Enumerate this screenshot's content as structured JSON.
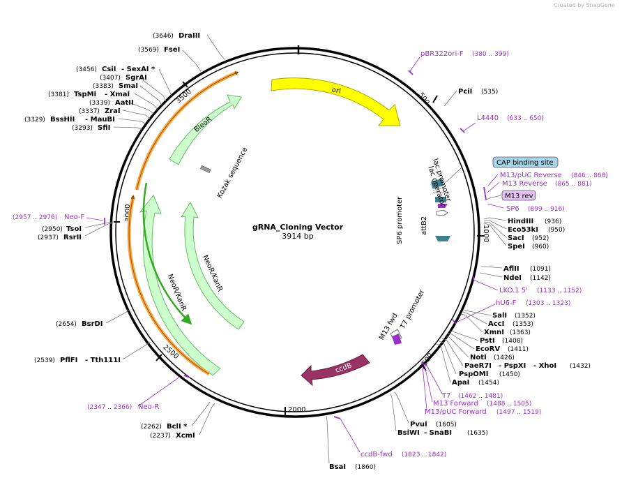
{
  "credit": "Created by SnapGene",
  "title": "gRNA_Cloning Vector",
  "length": "3914 bp",
  "ticks": [
    "500",
    "1000",
    "1500",
    "2000",
    "2500",
    "3000",
    "3500"
  ],
  "features": {
    "ori": "ori",
    "ccdb": "ccdB",
    "bleor": "BleoR",
    "neor_inner": "NeoR/KanR",
    "neor_outer": "NeoR/KanR",
    "kozak": "Kozak sequence",
    "lac_promoter": "lac promoter",
    "lac_operator": "lac operator",
    "sp6_promoter": "SP6 promoter",
    "attb2": "attB2",
    "m13_fwd": "M13 fwd",
    "t7_promoter": "T7 promoter"
  },
  "sites": {
    "dra3": {
      "pos": "(3646)",
      "name": "DraIII"
    },
    "fse1": {
      "pos": "(3569)",
      "name": "FseI"
    },
    "csi1": {
      "pos": "(3456)",
      "name": "CsiI",
      "alt": "- SexAI *"
    },
    "sgra1": {
      "pos": "(3407)",
      "name": "SgrAI"
    },
    "sma1": {
      "pos": "(3383)",
      "name": "SmaI"
    },
    "tspm1": {
      "pos": "(3381)",
      "name": "TspMI",
      "alt": "- XmaI"
    },
    "aat2": {
      "pos": "(3339)",
      "name": "AatII"
    },
    "zra1": {
      "pos": "(3337)",
      "name": "ZraI"
    },
    "bsshii": {
      "pos": "(3329)",
      "name": "BssHII",
      "alt": "- MauBI"
    },
    "sfi1": {
      "pos": "(3293)",
      "name": "SfiI"
    },
    "tso1": {
      "pos": "(2950)",
      "name": "TsoI"
    },
    "rsr2": {
      "pos": "(2937)",
      "name": "RsrII"
    },
    "bsrd1": {
      "pos": "(2654)",
      "name": "BsrDI"
    },
    "pflf1": {
      "pos": "(2539)",
      "name": "PflFI",
      "alt": "- Tth111I"
    },
    "bcl1": {
      "pos": "(2262)",
      "name": "BclI *"
    },
    "xcm1": {
      "pos": "(2237)",
      "name": "XcmI"
    },
    "pci1": {
      "name": "PciI",
      "pos": "(535)"
    },
    "hind3": {
      "name": "HindIII",
      "pos": "(936)"
    },
    "eco53k": {
      "name": "Eco53kI",
      "pos": "(950)"
    },
    "sac1": {
      "name": "SacI",
      "pos": "(952)"
    },
    "spe1": {
      "name": "SpeI",
      "pos": "(960)"
    },
    "afl2": {
      "name": "AflII",
      "pos": "(1091)"
    },
    "nde1": {
      "name": "NdeI",
      "pos": "(1142)"
    },
    "sal1": {
      "name": "SalI",
      "pos": "(1352)"
    },
    "acc1": {
      "name": "AccI",
      "pos": "(1353)"
    },
    "xmn1": {
      "name": "XmnI",
      "pos": "(1363)"
    },
    "pst1": {
      "name": "PstI",
      "pos": "(1408)"
    },
    "ecorv": {
      "name": "EcoRV",
      "pos": "(1411)"
    },
    "not1": {
      "name": "NotI",
      "pos": "(1426)"
    },
    "paer7": {
      "name": "PaeR7I",
      "alt": "- PspXI",
      "alt2": "- XhoI",
      "pos": "(1432)"
    },
    "pspom": {
      "name": "PspOMI",
      "pos": "(1450)"
    },
    "apa1": {
      "name": "ApaI",
      "pos": "(1454)"
    },
    "pvu1": {
      "name": "PvuI",
      "pos": "(1605)"
    },
    "bsiw1": {
      "name": "BsiWI",
      "alt": "- SnaBI",
      "pos": "(1635)"
    },
    "bsa1": {
      "name": "BsaI",
      "pos": "(1860)"
    }
  },
  "primers": {
    "pbr": {
      "name": "pBR322ori-F",
      "range": "(380 .. 399)"
    },
    "l4440": {
      "name": "L4440",
      "range": "(633 .. 650)"
    },
    "m13puc_rev": {
      "name": "M13/pUC Reverse",
      "range": "(846 .. 868)"
    },
    "m13_reverse": {
      "name": "M13 Reverse",
      "range": "(865 .. 881)"
    },
    "sp6": {
      "name": "SP6",
      "range": "(899 .. 916)"
    },
    "lko": {
      "name": "LKO.1 5'",
      "range": "(1133 .. 1152)"
    },
    "hu6": {
      "name": "hU6-F",
      "range": "(1303 .. 1323)"
    },
    "t7": {
      "name": "T7",
      "range": "(1462 .. 1481)"
    },
    "m13_forward": {
      "name": "M13 Forward",
      "range": "(1488 .. 1505)"
    },
    "m13puc_fwd": {
      "name": "M13/pUC Forward",
      "range": "(1497 .. 1519)"
    },
    "ccdb_fwd": {
      "name": "ccdB-fwd",
      "range": "(1823 .. 1842)"
    },
    "neo_f": {
      "name": "Neo-F",
      "range": "(2957 .. 2976)"
    },
    "neo_r": {
      "name": "Neo-R",
      "range": "(2347 .. 2366)"
    }
  },
  "labels": {
    "cap_site": "CAP binding site",
    "m13_rev": "M13 rev"
  },
  "colors": {
    "ori": "#ffff00",
    "ccdb": "#993366",
    "resistance": "#ccffcc",
    "primer": "#9a30c8",
    "orange_arc": "#ffa33e",
    "green_arc": "#33aa22",
    "cap_pill": "#a6d4e6",
    "m13rev_pill": "#e2c3f0",
    "promoter": "#3d8090"
  }
}
